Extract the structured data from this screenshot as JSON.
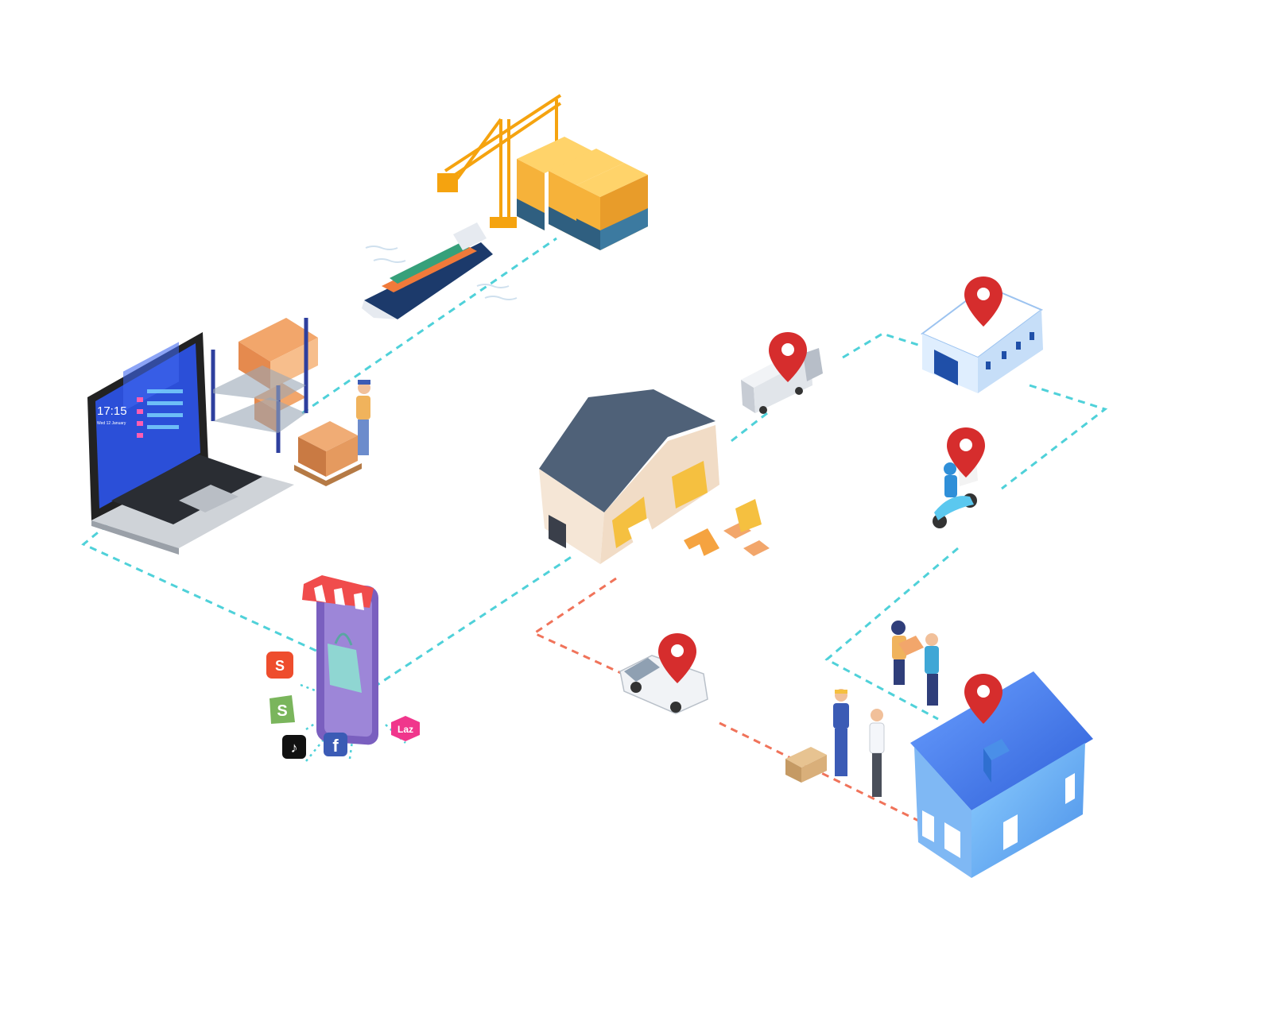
{
  "colors": {
    "route_primary": "#4fd1d9",
    "route_delivery": "#f0735a",
    "pin": "#d62d2d",
    "laptop_screen": "#2b4fd8",
    "phone_body": "#7a5fbf",
    "warehouse_roof": "#4f6178",
    "house_blue": "#4a8fe8"
  },
  "laptop": {
    "clock_time": "17:15",
    "clock_date": "Wed 12 January"
  },
  "marketplaces": [
    {
      "name": "shopee",
      "glyph": "S",
      "color": "#ee4d2d"
    },
    {
      "name": "shopify",
      "glyph": "S",
      "color": "#7ab55c"
    },
    {
      "name": "tiktok",
      "glyph": "♪",
      "color": "#111111"
    },
    {
      "name": "facebook",
      "glyph": "f",
      "color": "#3b5bb5"
    },
    {
      "name": "lazada",
      "glyph": "Laz",
      "color": "#f0368c"
    }
  ],
  "icons": [
    "location-pin-icon",
    "crane-icon",
    "cargo-ship-icon",
    "container-icon",
    "truck-icon",
    "scooter-icon",
    "van-icon",
    "warehouse-icon",
    "house-icon",
    "shopping-bag-icon"
  ]
}
